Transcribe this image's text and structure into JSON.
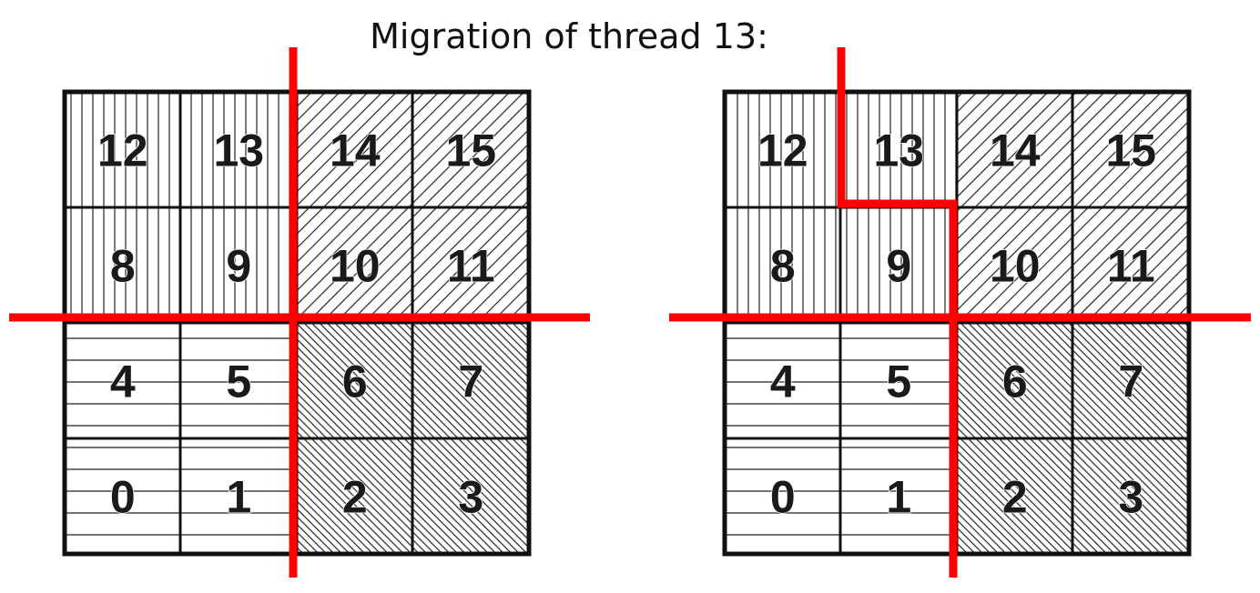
{
  "title": "Migration of thread 13:",
  "grids": [
    {
      "id": "before",
      "cells": [
        {
          "num": "12",
          "pattern": "vertical"
        },
        {
          "num": "13",
          "pattern": "vertical"
        },
        {
          "num": "14",
          "pattern": "diag-sparse"
        },
        {
          "num": "15",
          "pattern": "diag-sparse"
        },
        {
          "num": "8",
          "pattern": "vertical"
        },
        {
          "num": "9",
          "pattern": "vertical"
        },
        {
          "num": "10",
          "pattern": "diag-sparse"
        },
        {
          "num": "11",
          "pattern": "diag-sparse"
        },
        {
          "num": "4",
          "pattern": "horizontal"
        },
        {
          "num": "5",
          "pattern": "horizontal"
        },
        {
          "num": "6",
          "pattern": "diag-dense"
        },
        {
          "num": "7",
          "pattern": "diag-dense"
        },
        {
          "num": "0",
          "pattern": "horizontal"
        },
        {
          "num": "1",
          "pattern": "horizontal"
        },
        {
          "num": "2",
          "pattern": "diag-dense"
        },
        {
          "num": "3",
          "pattern": "diag-dense"
        }
      ]
    },
    {
      "id": "after",
      "cells": [
        {
          "num": "12",
          "pattern": "vertical"
        },
        {
          "num": "13",
          "pattern": "vertical"
        },
        {
          "num": "14",
          "pattern": "diag-sparse"
        },
        {
          "num": "15",
          "pattern": "diag-sparse"
        },
        {
          "num": "8",
          "pattern": "vertical"
        },
        {
          "num": "9",
          "pattern": "vertical"
        },
        {
          "num": "10",
          "pattern": "diag-sparse"
        },
        {
          "num": "11",
          "pattern": "diag-sparse"
        },
        {
          "num": "4",
          "pattern": "horizontal"
        },
        {
          "num": "5",
          "pattern": "horizontal"
        },
        {
          "num": "6",
          "pattern": "diag-dense"
        },
        {
          "num": "7",
          "pattern": "diag-dense"
        },
        {
          "num": "0",
          "pattern": "horizontal"
        },
        {
          "num": "1",
          "pattern": "horizontal"
        },
        {
          "num": "2",
          "pattern": "diag-dense"
        },
        {
          "num": "3",
          "pattern": "diag-dense"
        }
      ]
    }
  ],
  "colors": {
    "partition_line": "#ff0000",
    "grid_line": "#111111",
    "hatch": "#222222",
    "background": "#ffffff"
  }
}
